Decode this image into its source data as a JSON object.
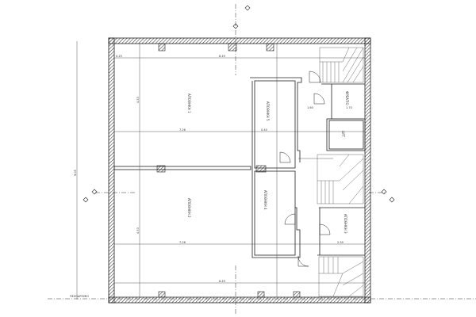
{
  "plan": {
    "rooms": [
      {
        "name": "ΑΠΟΘΗΚΗ 1"
      },
      {
        "name": "ΑΠΟΘΗΚΗ 2"
      },
      {
        "name": "ΑΠΟΘΗΚΗ 3"
      },
      {
        "name": "ΑΠΟΘΗΚΗ 4"
      },
      {
        "name": "ΑΠΟΘΗΚΗ 5"
      },
      {
        "name": "LIFT"
      },
      {
        "name": "ΦΡΕΑΤΙΟ"
      }
    ],
    "dimensions": {
      "top_width": "8.49",
      "bottom_width": "8.49",
      "mid_width": "7.26",
      "lower_width": "7.26",
      "wall": "0.25",
      "corridor_a": "1.60",
      "corridor_b": "1.70",
      "room_width": "0.40",
      "storage3_width": "2.30",
      "left_height_top": "4.53",
      "left_height_bottom": "4.53",
      "overall_height": "9.05"
    },
    "ground_label": "ΠΕΖΟΔΡΟΜΙΟ",
    "colors": {
      "line": "#222222",
      "hatch": "#333333",
      "background": "#ffffff"
    }
  }
}
